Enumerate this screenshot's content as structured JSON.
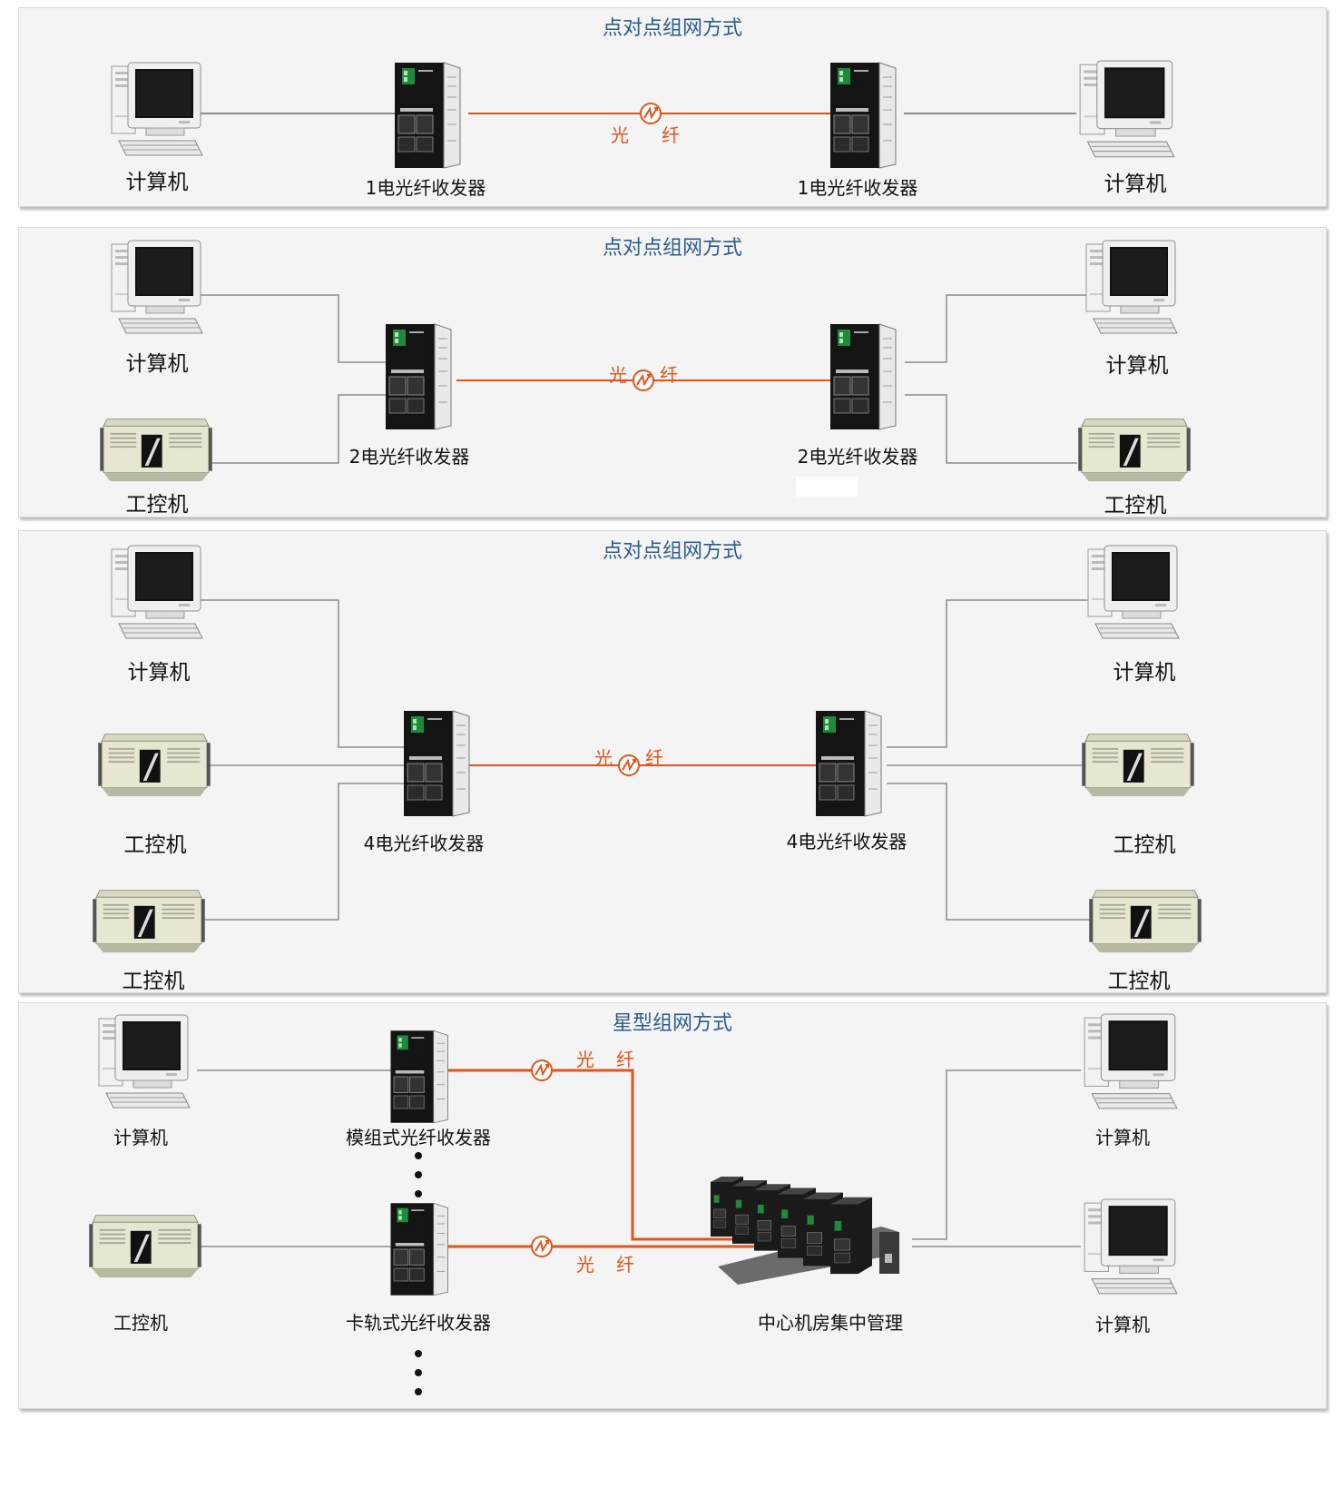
{
  "colors": {
    "title": "#2c5b8f",
    "fiber": "#e2541a",
    "wire": "#8c8c8c",
    "panel": "#f4f4f4"
  },
  "panels": [
    {
      "title": "点对点组网方式",
      "labels": {
        "left_pc": "计算机",
        "left_transceiver": "1电光纤收发器",
        "right_transceiver": "1电光纤收发器",
        "right_pc": "计算机",
        "fiber_left": "光",
        "fiber_right": "纤"
      }
    },
    {
      "title": "点对点组网方式",
      "labels": {
        "left_pc": "计算机",
        "left_ipc": "工控机",
        "left_transceiver": "2电光纤收发器",
        "right_transceiver": "2电光纤收发器",
        "right_pc": "计算机",
        "right_ipc": "工控机",
        "fiber_left": "光",
        "fiber_right": "纤"
      }
    },
    {
      "title": "点对点组网方式",
      "labels": {
        "left_pc": "计算机",
        "left_ipc_1": "工控机",
        "left_ipc_2": "工控机",
        "left_transceiver": "4电光纤收发器",
        "right_transceiver": "4电光纤收发器",
        "right_pc": "计算机",
        "right_ipc_1": "工控机",
        "right_ipc_2": "工控机",
        "fiber_left": "光",
        "fiber_right": "纤"
      }
    },
    {
      "title": "星型组网方式",
      "labels": {
        "left_pc": "计算机",
        "left_ipc": "工控机",
        "module_transceiver": "模组式光纤收发器",
        "rail_transceiver": "卡轨式光纤收发器",
        "center": "中心机房集中管理",
        "right_pc_1": "计算机",
        "right_pc_2": "计算机",
        "fiber_top_left": "光",
        "fiber_top_right": "纤",
        "fiber_bottom_left": "光",
        "fiber_bottom_right": "纤"
      }
    }
  ],
  "icons": [
    "computer-icon",
    "industrial-pc-icon",
    "fiber-transceiver-icon",
    "fiber-symbol-icon",
    "rack-chassis-icon"
  ]
}
